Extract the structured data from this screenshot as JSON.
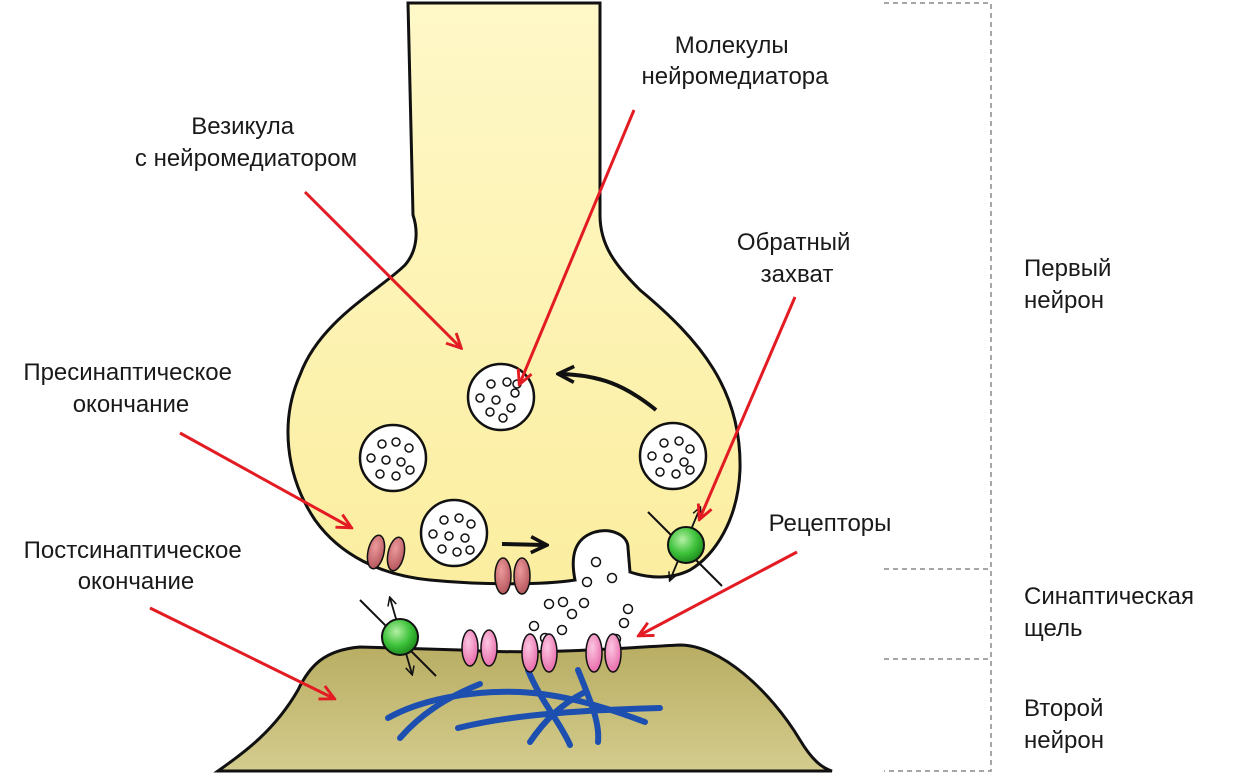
{
  "labels": {
    "vesicle": [
      "Везикула",
      "с нейромедиатором"
    ],
    "molecules": [
      "Молекулы",
      "нейромедиатора"
    ],
    "reuptake": [
      "Обратный",
      "захват"
    ],
    "presynaptic": [
      "Пресинаптическое",
      "окончание"
    ],
    "postsynaptic": [
      "Постсинаптическое",
      "окончание"
    ],
    "receptors": "Рецепторы"
  },
  "regions": {
    "first_neuron": [
      "Первый",
      "нейрон"
    ],
    "synaptic_cleft": [
      "Синаптическая",
      "щель"
    ],
    "second_neuron": [
      "Второй",
      "нейрон"
    ]
  },
  "colors": {
    "presynaptic_fill": "#fdf5b8",
    "postsynaptic_fill": "#c9bf77",
    "label_arrow": "#e31b23",
    "cytoskeleton": "#1d4fb0",
    "receptor_pink": "#ee82b8",
    "receptor_pre": "#c8646a",
    "transporter": "#3cc43c"
  }
}
